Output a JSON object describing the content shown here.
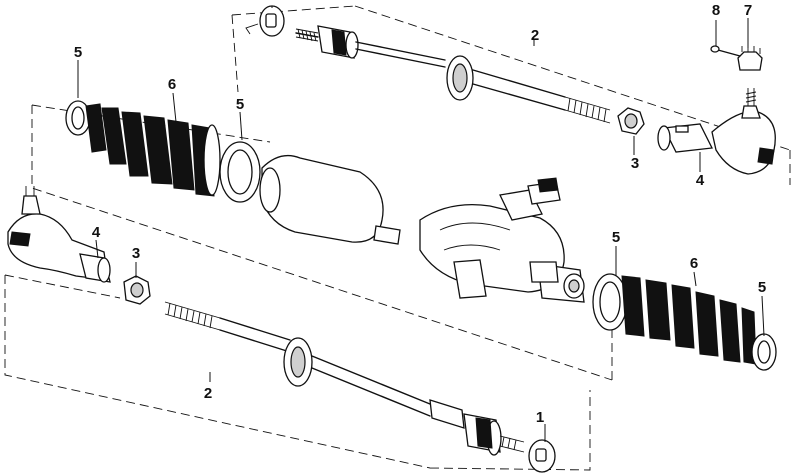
{
  "diagram": {
    "callouts": [
      {
        "id": "c1",
        "text": "1"
      },
      {
        "id": "c2-top",
        "text": "2"
      },
      {
        "id": "c2-bottom",
        "text": "2"
      },
      {
        "id": "c3-top",
        "text": "3"
      },
      {
        "id": "c3-bottom",
        "text": "3"
      },
      {
        "id": "c4-top",
        "text": "4"
      },
      {
        "id": "c4-bottom",
        "text": "4"
      },
      {
        "id": "c5-top-left",
        "text": "5"
      },
      {
        "id": "c5-top-mid",
        "text": "5"
      },
      {
        "id": "c5-bottom-mid",
        "text": "5"
      },
      {
        "id": "c5-bottom-right",
        "text": "5"
      },
      {
        "id": "c6-left",
        "text": "6"
      },
      {
        "id": "c6-right",
        "text": "6"
      },
      {
        "id": "c7",
        "text": "7"
      },
      {
        "id": "c8",
        "text": "8"
      }
    ]
  }
}
